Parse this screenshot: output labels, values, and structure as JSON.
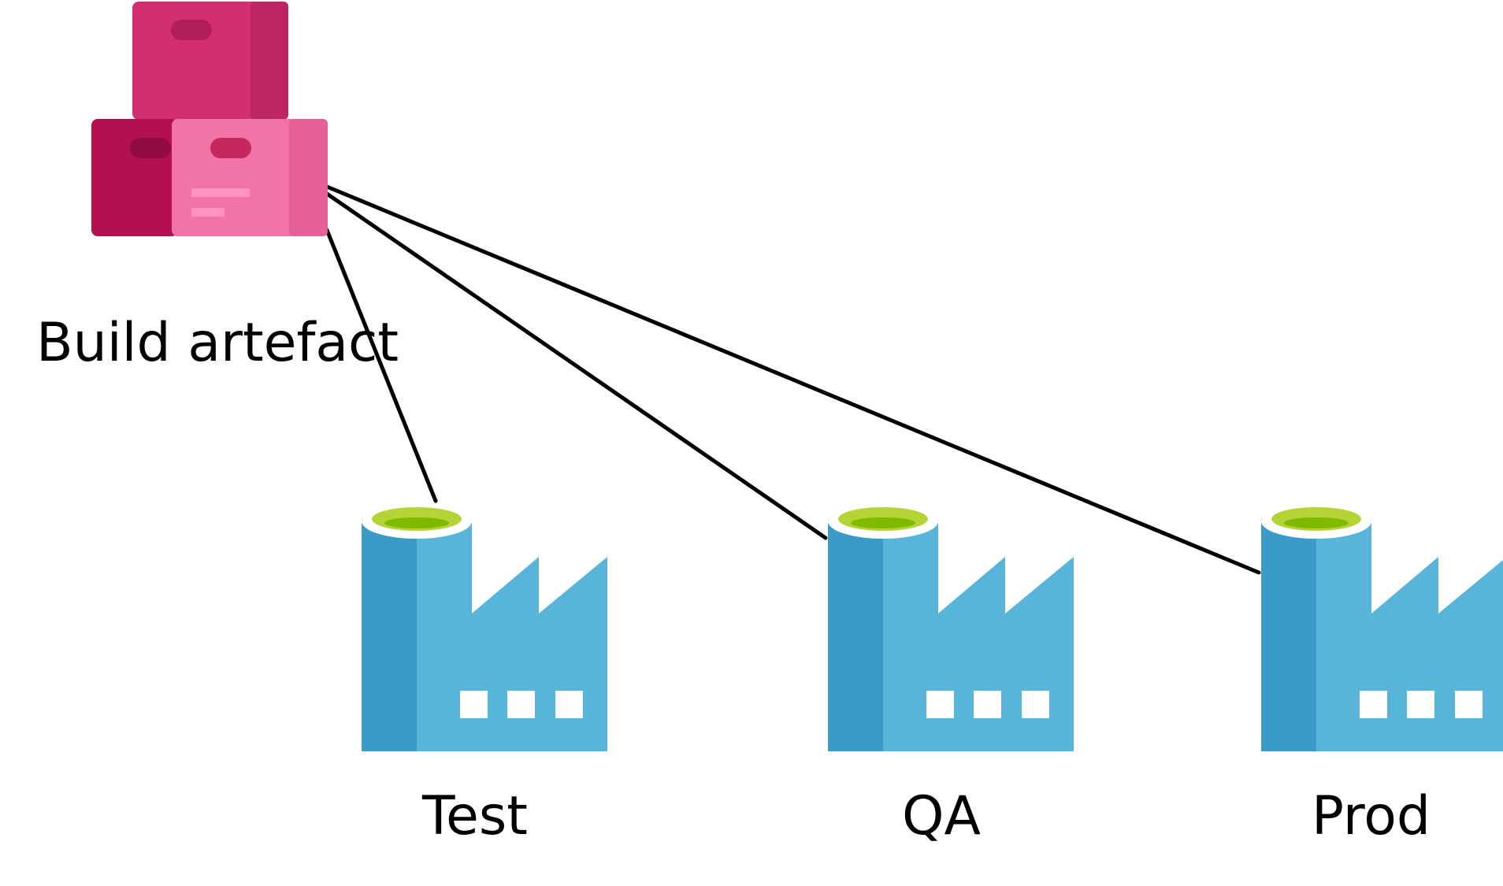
{
  "artifact": {
    "label": "Build artefact",
    "icon": "stacked-boxes-icon",
    "colors": {
      "top_box": "#d12f70",
      "top_box_side": "#bd2563",
      "top_box_handle": "#b01f5a",
      "front_dark": "#b31052",
      "front_dark_handle": "#900b40",
      "front_light": "#f274a6",
      "front_light_side": "#e85f97",
      "front_light_handle": "#c4285e",
      "front_lines": "#ff92c0"
    }
  },
  "environments": [
    {
      "id": "test",
      "label": "Test",
      "icon": "data-factory-icon"
    },
    {
      "id": "qa",
      "label": "QA",
      "icon": "data-factory-icon"
    },
    {
      "id": "prod",
      "label": "Prod",
      "icon": "data-factory-icon"
    }
  ],
  "factory_colors": {
    "body_dark": "#3a9ac8",
    "body_light": "#59b4d9",
    "rim": "#ffffff",
    "top_green": "#b4d334",
    "top_green_inner": "#7fba00",
    "windows": "#ffffff"
  },
  "connector_color": "#000000"
}
